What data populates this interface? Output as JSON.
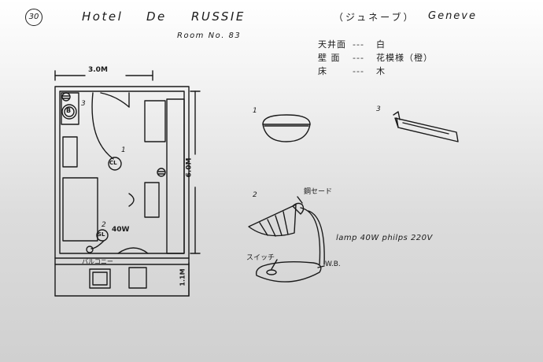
{
  "header": {
    "page_number": "30",
    "hotel_words": [
      "Hotel",
      "De",
      "RUSSIE"
    ],
    "city_japanese": "（ジュネーブ）",
    "city": "Geneve",
    "room_number": "Room No. 83"
  },
  "finishes": [
    {
      "surface": "天井面",
      "dash": "---",
      "value": "白"
    },
    {
      "surface": "壁 面",
      "dash": "---",
      "value": "花模様（橙）"
    },
    {
      "surface": "床",
      "dash": "---",
      "value": "木"
    }
  ],
  "floor_plan": {
    "width_label": "3.0M",
    "length_label": "6.0M",
    "balcony_depth_label": "1.1M",
    "balcony_label": "バルコニー",
    "fixtures": [
      {
        "symbol": "B",
        "number": "3"
      },
      {
        "symbol": "CL",
        "number": "1"
      },
      {
        "symbol": "SL",
        "number": "2",
        "note": "40W"
      }
    ]
  },
  "fixture_details": [
    {
      "number": "1"
    },
    {
      "number": "3"
    },
    {
      "number": "2",
      "shade_label": "鋼セード",
      "lamp_spec": "lamp 40W philps 220V",
      "switch_label": "スイッチ",
      "base_label": "W.B."
    }
  ]
}
